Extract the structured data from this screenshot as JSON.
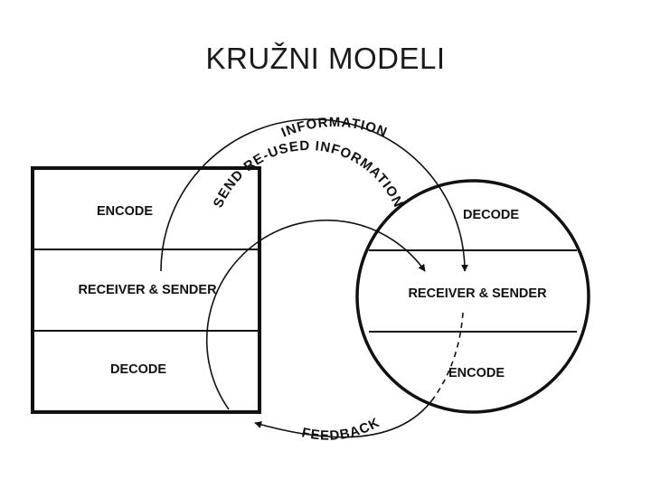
{
  "title": "KRUŽNI MODELI",
  "left_box": {
    "top": "ENCODE",
    "middle": "RECEIVER & SENDER",
    "bottom": "DECODE"
  },
  "right_circle": {
    "top": "DECODE",
    "middle": "RECEIVER & SENDER",
    "bottom": "ENCODE"
  },
  "arcs": {
    "information": "INFORMATION",
    "send_reused": "SEND RE-USED INFORMATION",
    "feedback": "FEEDBACK"
  }
}
